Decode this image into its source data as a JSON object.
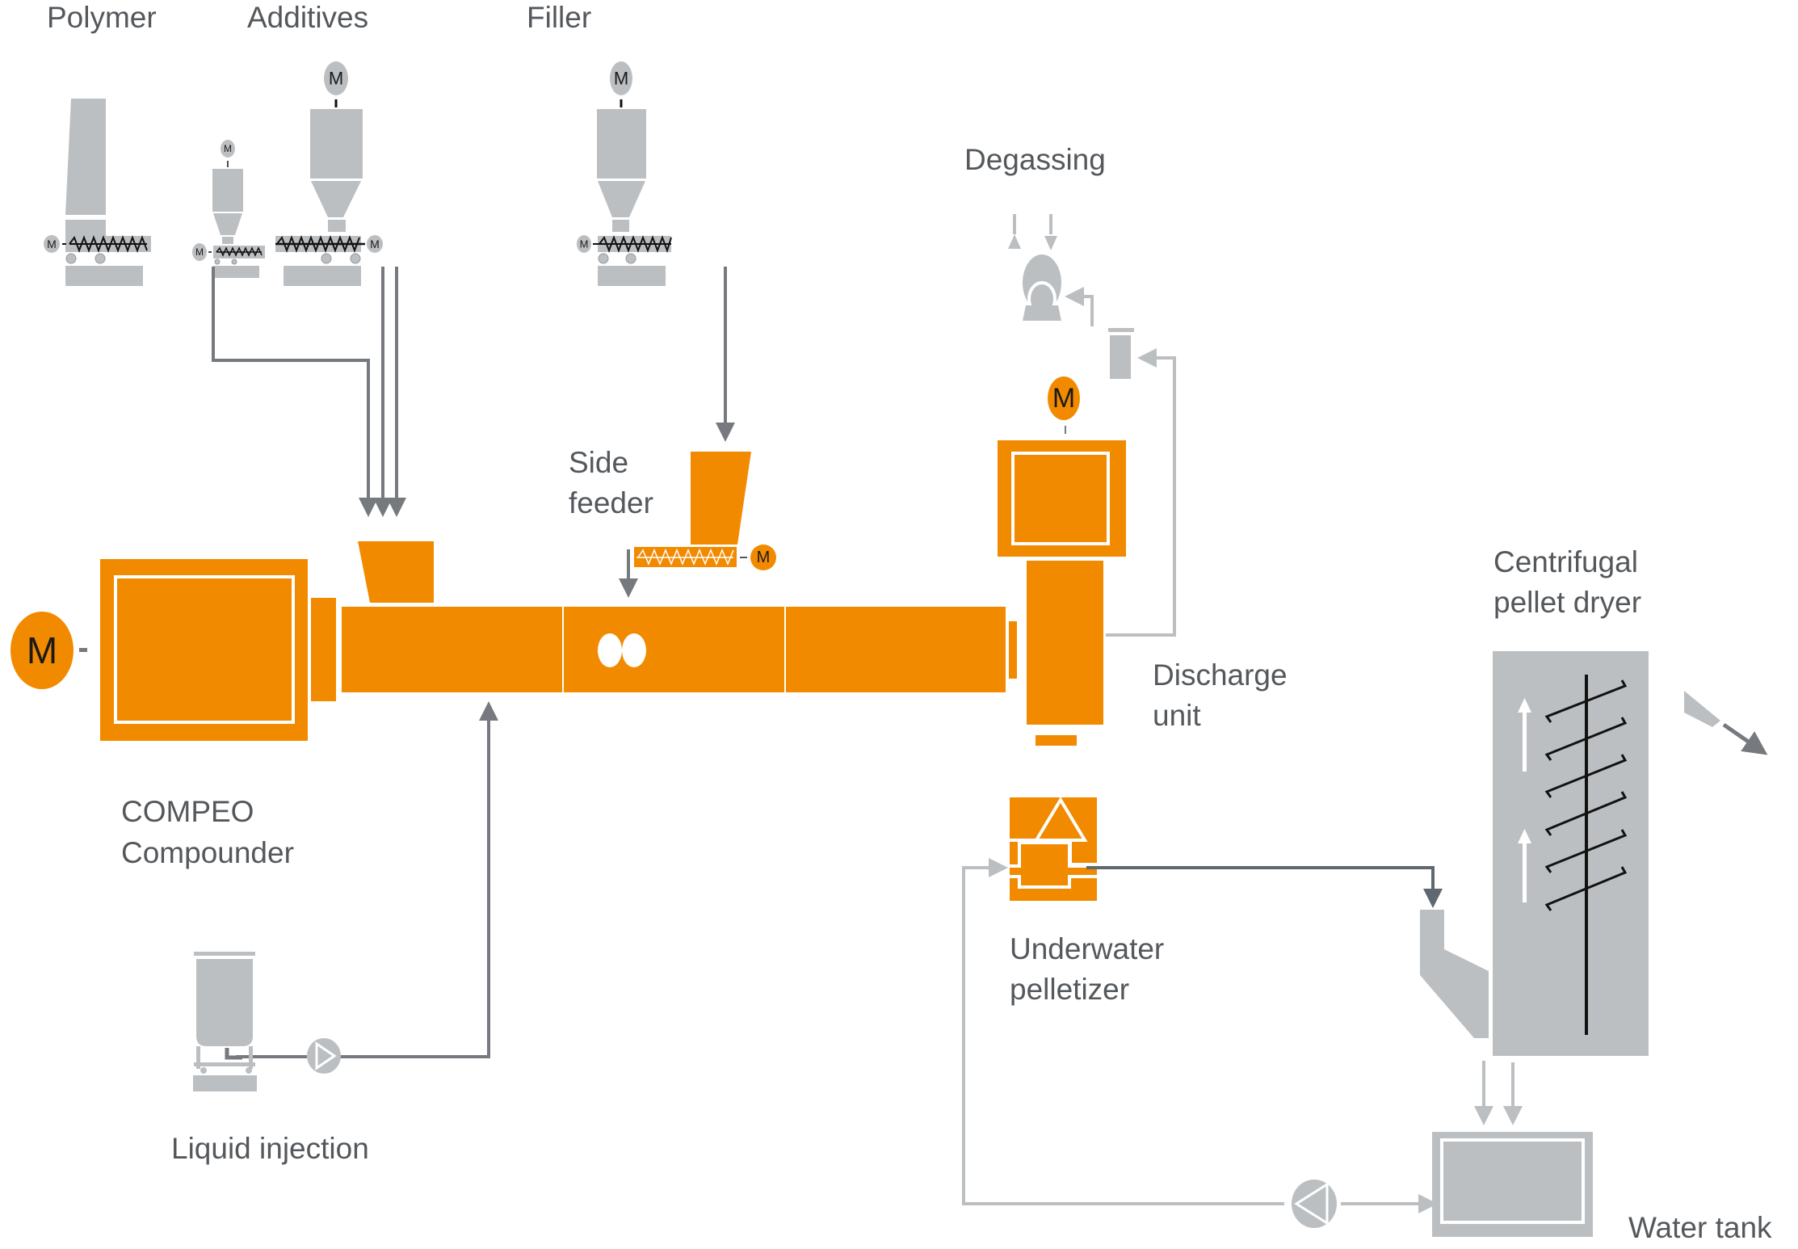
{
  "title": "Compounding line process diagram",
  "colors": {
    "orange": "#f28a00",
    "grey_fill": "#bcbfc2",
    "dark_line": "#767a7e",
    "light_line": "#bcbfc2",
    "text": "#54585c",
    "white": "#ffffff"
  },
  "motor_label": "M",
  "labels": {
    "polymer": "Polymer",
    "additives": "Additives",
    "filler": "Filler",
    "degassing": "Degassing",
    "side_feeder": [
      "Side",
      "feeder"
    ],
    "discharge_unit": [
      "Discharge",
      "unit"
    ],
    "centrifugal_pellet_dryer": [
      "Centrifugal",
      "pellet dryer"
    ],
    "compounder": [
      "COMPEO",
      "Compounder"
    ],
    "underwater_pelletizer": [
      "Underwater",
      "pelletizer"
    ],
    "liquid_injection": "Liquid injection",
    "water_tank": "Water tank"
  },
  "components": [
    {
      "id": "polymer-feeder",
      "icon": "gravimetric-feeder-icon"
    },
    {
      "id": "additives-feeder",
      "icon": "micro-feeder-icon"
    },
    {
      "id": "filler-feeder-1",
      "icon": "loss-in-weight-feeder-icon"
    },
    {
      "id": "filler-feeder-2",
      "icon": "loss-in-weight-feeder-icon"
    },
    {
      "id": "compeo-compounder",
      "icon": "twin-screw-extruder-icon"
    },
    {
      "id": "side-feeder",
      "icon": "side-feeder-icon"
    },
    {
      "id": "degassing",
      "icon": "vacuum-pump-icon"
    },
    {
      "id": "discharge-unit",
      "icon": "discharge-unit-icon"
    },
    {
      "id": "underwater-pelletizer",
      "icon": "pelletizer-icon"
    },
    {
      "id": "centrifugal-pellet-dryer",
      "icon": "dryer-icon"
    },
    {
      "id": "water-tank",
      "icon": "tank-icon"
    },
    {
      "id": "liquid-injection",
      "icon": "liquid-tank-pump-icon"
    }
  ]
}
